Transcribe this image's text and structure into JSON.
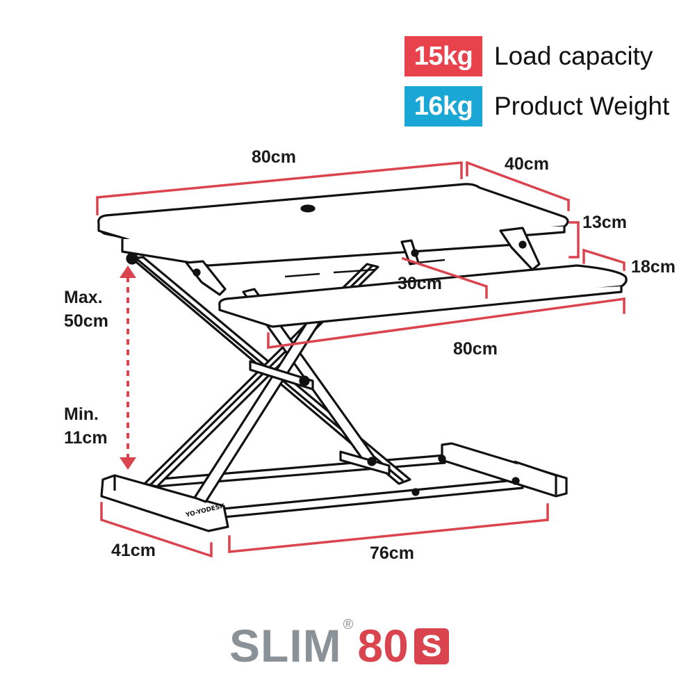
{
  "specs": {
    "load": {
      "value": "15kg",
      "label": "Load capacity"
    },
    "weight": {
      "value": "16kg",
      "label": "Product Weight"
    }
  },
  "dimensions": {
    "top_width": "80cm",
    "top_depth": "40cm",
    "tray_gap": "13cm",
    "tray_depth": "18cm",
    "tray_inset": "30cm",
    "tray_width": "80cm",
    "max_label": "Max.",
    "max_value": "50cm",
    "min_label": "Min.",
    "min_value": "11cm",
    "base_depth": "41cm",
    "base_width": "76cm"
  },
  "base_branding": "YO-YODESK",
  "logo": {
    "name": "SLIM",
    "registered": "®",
    "model": "80",
    "variant": "S"
  },
  "colors": {
    "dimension_red": "#d9444f",
    "load_badge": "#e8434d",
    "weight_badge": "#1aa7d6",
    "logo_grey": "#8a9197",
    "line_black": "#111111"
  }
}
